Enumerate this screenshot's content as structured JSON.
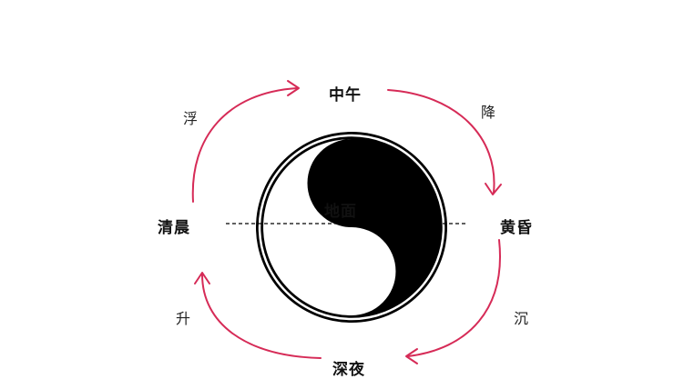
{
  "labels": {
    "noon": "中午",
    "dusk": "黄昏",
    "midnight": "深夜",
    "dawn": "清晨",
    "ground": "地面"
  },
  "movements": {
    "float": "浮",
    "descend": "降",
    "sink": "沉",
    "rise": "升"
  },
  "colors": {
    "arrow": "#d62b57",
    "ink": "#000000",
    "paper": "#ffffff"
  }
}
